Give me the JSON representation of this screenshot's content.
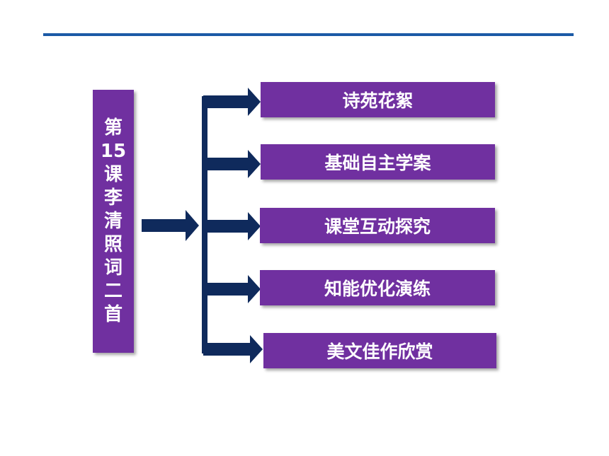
{
  "lesson_title_chars": [
    "第",
    "15",
    "课",
    "李",
    "清",
    "照",
    "词",
    "二",
    "首"
  ],
  "menu_items": [
    {
      "label": "诗苑花絮"
    },
    {
      "label": "基础自主学案"
    },
    {
      "label": "课堂互动探究"
    },
    {
      "label": "知能优化演练"
    },
    {
      "label": "美文佳作欣赏"
    }
  ],
  "colors": {
    "box_fill": "#7030a0",
    "arrow_fill": "#0f2a5c",
    "top_rule": "#1c5aa6",
    "text": "#ffffff"
  }
}
